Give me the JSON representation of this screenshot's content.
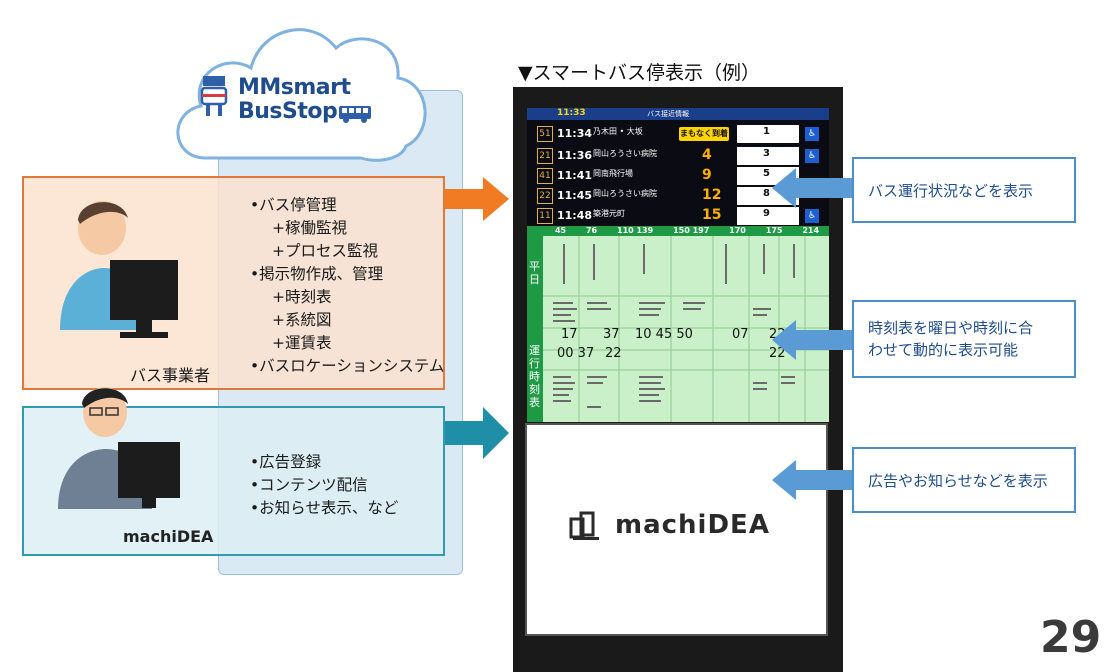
{
  "cloud": {
    "line1": "MMsmart",
    "line2": "BusStop"
  },
  "operator": {
    "caption": "バス事業者",
    "items": [
      "•バス停管理",
      "+稼働監視",
      "+プロセス監視",
      "•掲示物作成、管理",
      "+時刻表",
      "+系統図",
      "+運賃表",
      "•バスロケーションシステム"
    ]
  },
  "machidea": {
    "caption": "machiDEA",
    "items": [
      "•広告登録",
      "•コンテンツ配信",
      "•お知らせ表示、など"
    ]
  },
  "display": {
    "title": "▼スマートバス停表示（例）",
    "clock": "11:33",
    "header": "バス接近情報",
    "soon_label": "まもなく到着",
    "weekday_label": "平日",
    "timetable_label": "運行時刻表",
    "buses": [
      {
        "route": "51",
        "time": "11:34",
        "dest": "乃木田 • 大坂",
        "min": "",
        "stat": "1"
      },
      {
        "route": "21",
        "time": "11:36",
        "dest": "岡山ろうさい病院",
        "min": "4",
        "stat": "3"
      },
      {
        "route": "41",
        "time": "11:41",
        "dest": "岡南飛行場",
        "min": "9",
        "stat": "5"
      },
      {
        "route": "22",
        "time": "11:45",
        "dest": "岡山ろうさい病院",
        "min": "12",
        "stat": "8"
      },
      {
        "route": "11",
        "time": "11:48",
        "dest": "築港元町",
        "min": "15",
        "stat": "9"
      }
    ],
    "route_header": [
      "45",
      "76",
      "110 139",
      "150 197",
      "170",
      "175",
      "214"
    ],
    "big_row1": [
      "17",
      "37",
      "10 45 50",
      "07",
      "22"
    ],
    "big_row2": [
      "00 37",
      "22",
      "22"
    ],
    "ad_logo": "machiDEA"
  },
  "callouts": {
    "status": "バス運行状況などを表示",
    "timetable_line1": "時刻表を曜日や時刻に合",
    "timetable_line2": "わせて動的に表示可能",
    "ads": "広告やお知らせなどを表示"
  },
  "page_number": "29",
  "colors": {
    "orange": "#e07a3a",
    "teal": "#2f9ab0",
    "callout_blue": "#4a90c8",
    "brand_blue": "#1f4d8c"
  }
}
